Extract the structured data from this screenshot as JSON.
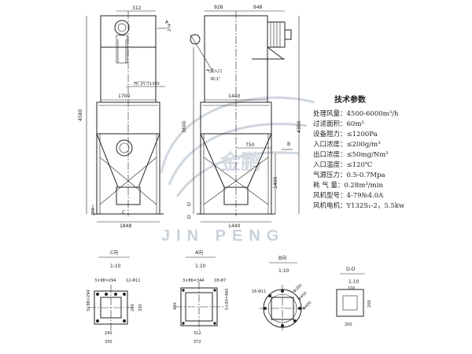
{
  "watermark": {
    "text": "JIN PENG",
    "logo_text": "金鹏"
  },
  "front_view": {
    "dims": {
      "top_width": "312",
      "height": "4580",
      "inner_width": "1700",
      "door": "开门尺寸1350",
      "base": "250",
      "bottom_width": "1848"
    },
    "section_marks": {
      "c_top": "C",
      "c_bottom": "C"
    }
  },
  "side_view": {
    "dims": {
      "top_left": "928",
      "top_right": "948",
      "height_left": "3600",
      "height_right": "4350",
      "width": "1440",
      "offset": "750",
      "hopper": "1400",
      "bottom_width": "1440"
    },
    "inlet_label": "气源入口",
    "inlet_thread": "RC1\"",
    "section_marks": {
      "a": "A",
      "b_top": "B",
      "b_bottom": "B",
      "d_left": "D",
      "d_right": "D"
    }
  },
  "specs": {
    "title": "技术参数",
    "items": [
      "处理风量：4500-6000m³/h",
      "过滤面积：60m²",
      "设备阻力：≤1200Pa",
      "入口浓度：≤200g/m³",
      "出口浓度：≤50mg/Nm³",
      "入口温度：≤120℃",
      "气源压力：0.5-0.7Mpa",
      "耗 气 量：0.28m³/min",
      "风机型号：4-79№4.0A",
      "风机电机：Y132S₁-2，5.5kw"
    ]
  },
  "details": {
    "c": {
      "title": "C向",
      "scale": "1:10",
      "d1": "3×98=294",
      "d2": "12-Φ11",
      "d3": "3×98=294",
      "d4": "240",
      "d5": "330",
      "d6": "240",
      "d7": "330"
    },
    "a": {
      "title": "A向",
      "scale": "1:10",
      "d1": "3×86=344",
      "d2": "18-Φ7",
      "d3": "400",
      "d4": "5×93=465",
      "d5": "312",
      "d6": "372"
    },
    "b": {
      "title": "B向",
      "scale": "1:10",
      "d1": "16-Φ11",
      "d2": "Φ350",
      "d3": "Φ450",
      "d4": "Φ400"
    },
    "d": {
      "title": "D-D",
      "scale": "1:10",
      "d1": "100",
      "d2": "200",
      "d3": "200"
    }
  }
}
